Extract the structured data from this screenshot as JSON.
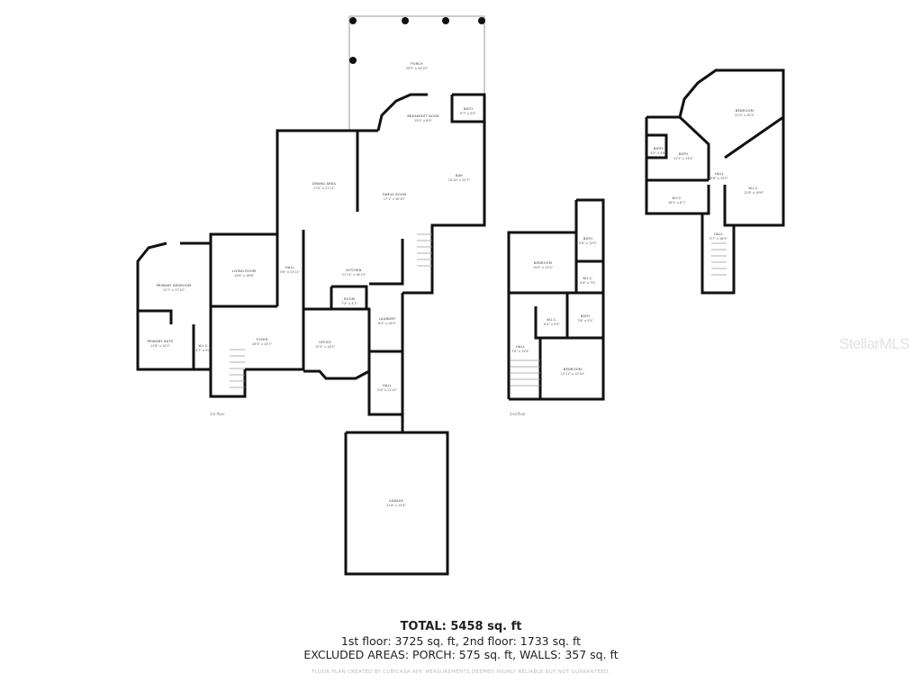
{
  "floors": {
    "first": {
      "label": "1st floor",
      "rooms": [
        {
          "name": "PORCH",
          "dims": "29'5\" x 24'10\""
        },
        {
          "name": "BREAKFAST NOOK",
          "dims": "15'0\" x 8'9\""
        },
        {
          "name": "BATH",
          "dims": "6'7\" x 5'0\""
        },
        {
          "name": "DINING AREA",
          "dims": "17'0\" x 21'11\""
        },
        {
          "name": "FAMILY ROOM",
          "dims": "17'1\" x 30'10\""
        },
        {
          "name": "BAR",
          "dims": "10'10\" x 22'7\""
        },
        {
          "name": "PRIMARY BEDROOM",
          "dims": "13'7\" x 17'10\""
        },
        {
          "name": "LIVING ROOM",
          "dims": "14'8\" x 16'8\""
        },
        {
          "name": "HALL",
          "dims": "5'6\" x 15'11\""
        },
        {
          "name": "KITCHEN",
          "dims": "21'11\" x 16'10\""
        },
        {
          "name": "ROOM",
          "dims": "7'5\" x 3'1\""
        },
        {
          "name": "PRIMARY BATH",
          "dims": "11'8\" x 12'0\""
        },
        {
          "name": "W.I.C.",
          "dims": "3'7\" x 9'4\""
        },
        {
          "name": "FOYER",
          "dims": "20'3\" x 14'7\""
        },
        {
          "name": "OFFICE",
          "dims": "12'5\" x 14'5\""
        },
        {
          "name": "LAUNDRY",
          "dims": "6'4\" x 14'5\""
        },
        {
          "name": "HALL",
          "dims": "5'4\" x 12'10\""
        },
        {
          "name": "GARAGE",
          "dims": "21'8\" x 23'4\""
        }
      ]
    },
    "second": {
      "label": "2nd floor",
      "rooms": [
        {
          "name": "BEDROOM",
          "dims": "14'9\" x 12'5\""
        },
        {
          "name": "BATH",
          "dims": "5'6\" x 12'5\""
        },
        {
          "name": "W.I.C.",
          "dims": "5'6\" x 7'0\""
        },
        {
          "name": "W.I.C.",
          "dims": "6'4\" x 9'5\""
        },
        {
          "name": "BATH",
          "dims": "7'8\" x 5'5\""
        },
        {
          "name": "HALL",
          "dims": "7'0\" x 13'4\""
        },
        {
          "name": "BEDROOM",
          "dims": "12'11\" x 12'10\""
        },
        {
          "name": "BEDROOM",
          "dims": "22'2\" x 20'5\""
        },
        {
          "name": "BATH",
          "dims": "4'5\" x 5'8\""
        },
        {
          "name": "BATH",
          "dims": "11'2\" x 13'4\""
        },
        {
          "name": "HALL",
          "dims": "6'8\" x 15'5\""
        },
        {
          "name": "W.I.C.",
          "dims": "12'8\" x 19'6\""
        },
        {
          "name": "W.I.C.",
          "dims": "18'1\" x 6'7\""
        },
        {
          "name": "HALL",
          "dims": "5'7\" x 16'5\""
        }
      ]
    }
  },
  "summary": {
    "total": "TOTAL: 5458 sq. ft",
    "floors": "1st floor: 3725 sq. ft, 2nd floor: 1733 sq. ft",
    "excluded": "EXCLUDED AREAS: PORCH: 575 sq. ft, WALLS: 357 sq. ft",
    "disclaimer": "FLOOR PLAN CREATED BY CUBICASA APP. MEASUREMENTS DEEMED HIGHLY RELIABLE BUT NOT GUARANTEED."
  },
  "watermark": "StellarMLS"
}
